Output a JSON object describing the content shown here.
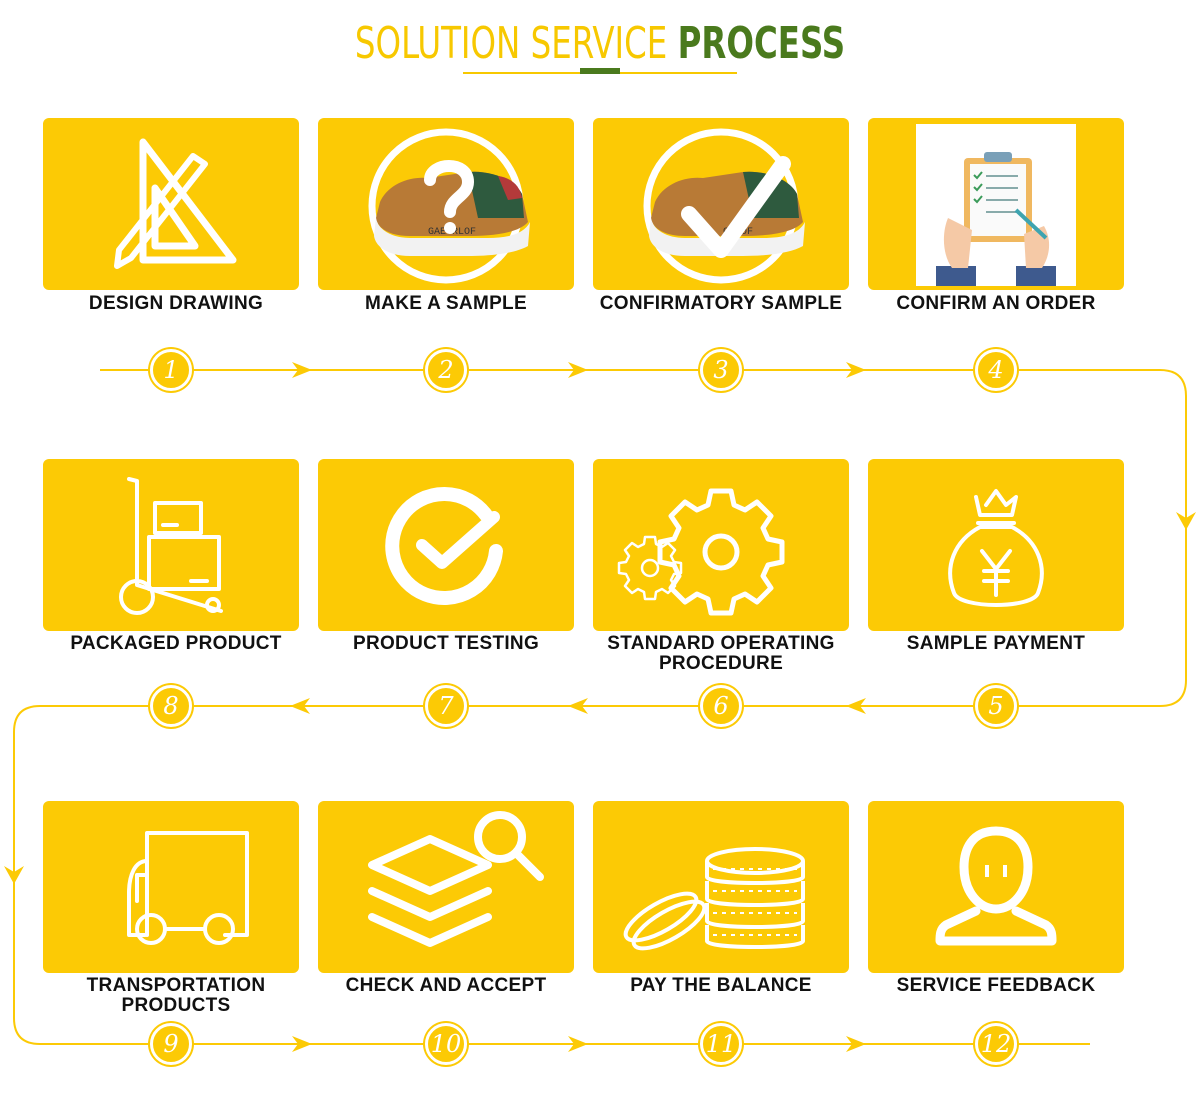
{
  "title": {
    "part1": "SOLUTION SERVICE ",
    "part2": "PROCESS"
  },
  "colors": {
    "yellow": "#fcca05",
    "title_yellow": "#f7c800",
    "green": "#4a7a1d",
    "label": "#111111"
  },
  "steps": [
    {
      "number": "1",
      "label": "DESIGN DRAWING",
      "icon": "drafting-triangle-pencil-icon"
    },
    {
      "number": "2",
      "label": "MAKE A SAMPLE",
      "icon": "sneaker-question-icon"
    },
    {
      "number": "3",
      "label": "CONFIRMATORY SAMPLE",
      "icon": "sneaker-check-icon"
    },
    {
      "number": "4",
      "label": "CONFIRM AN ORDER",
      "icon": "clipboard-checklist-icon"
    },
    {
      "number": "5",
      "label": "SAMPLE PAYMENT",
      "icon": "money-bag-yen-icon"
    },
    {
      "number": "6",
      "label": "STANDARD OPERATING PROCEDURE",
      "icon": "gears-icon"
    },
    {
      "number": "7",
      "label": "PRODUCT TESTING",
      "icon": "check-circle-icon"
    },
    {
      "number": "8",
      "label": "PACKAGED PRODUCT",
      "icon": "hand-truck-boxes-icon"
    },
    {
      "number": "9",
      "label": "TRANSPORTATION PRODUCTS",
      "icon": "truck-icon"
    },
    {
      "number": "10",
      "label": "CHECK AND ACCEPT",
      "icon": "stack-magnifier-icon"
    },
    {
      "number": "11",
      "label": "PAY THE BALANCE",
      "icon": "coin-stacks-icon"
    },
    {
      "number": "12",
      "label": "SERVICE FEEDBACK",
      "icon": "person-avatar-icon"
    }
  ]
}
